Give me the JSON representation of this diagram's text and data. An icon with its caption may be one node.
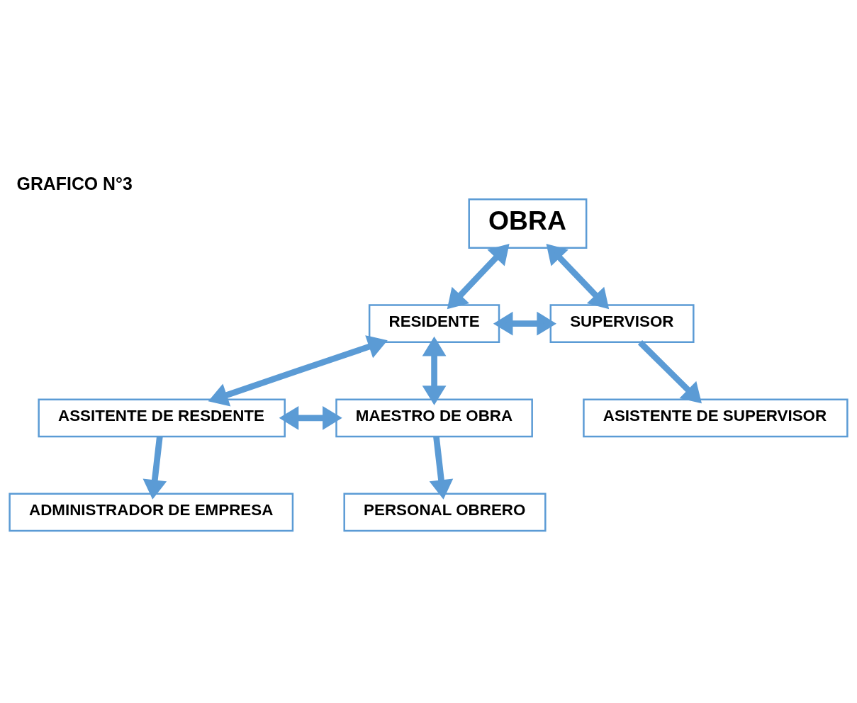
{
  "diagram": {
    "title": "GRAFICO N°3",
    "nodes": [
      {
        "text": [
          "OBRA"
        ]
      },
      {
        "text": [
          "RESIDENTE"
        ]
      },
      {
        "text": [
          "SUPERVISOR"
        ]
      },
      {
        "text": [
          "ASSITENTE DE RESDENTE"
        ]
      },
      {
        "text": [
          "MAESTRO DE OBRA"
        ]
      },
      {
        "text": [
          "ASISTENTE DE SUPERVISOR"
        ]
      },
      {
        "text": [
          "ADMINISTRADOR DE EMPRESA"
        ]
      },
      {
        "text": [
          "PERSONAL OBRERO"
        ]
      }
    ],
    "edges": [
      {
        "from": 1,
        "to": 0,
        "arrow": "both"
      },
      {
        "from": 0,
        "to": 2,
        "arrow": "both"
      },
      {
        "from": 1,
        "to": 2,
        "arrow": "both"
      },
      {
        "from": 1,
        "to": 3,
        "arrow": "both"
      },
      {
        "from": 1,
        "to": 4,
        "arrow": "both"
      },
      {
        "from": 3,
        "to": 4,
        "arrow": "both"
      },
      {
        "from": 2,
        "to": 5,
        "arrow": "to"
      },
      {
        "from": 3,
        "to": 6,
        "arrow": "to"
      },
      {
        "from": 4,
        "to": 7,
        "arrow": "to"
      }
    ]
  }
}
